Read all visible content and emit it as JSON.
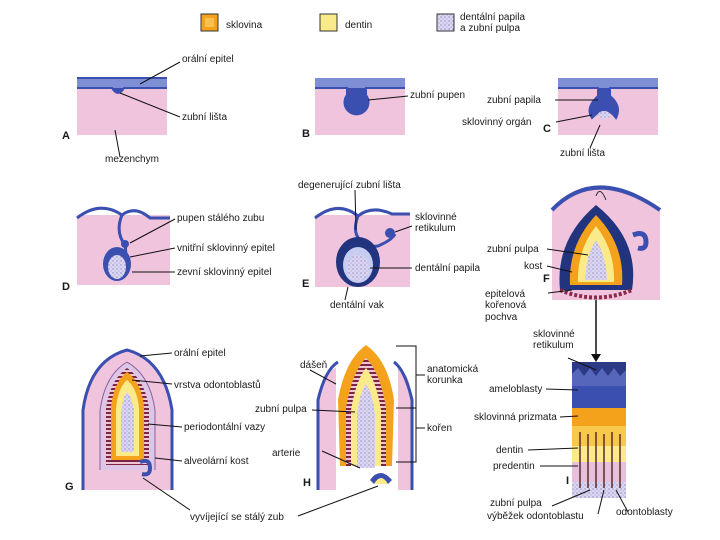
{
  "legend": {
    "enamel": "sklovina",
    "dentin": "dentin",
    "papilla_line1": "dentální papila",
    "papilla_line2": "a zubní pulpa"
  },
  "colors": {
    "enamel": "#f4a21c",
    "dentin": "#fbea8a",
    "papilla": "#d7d0ef",
    "epithelium": "#3a4fb0",
    "mesenchyme": "#f0c4dc",
    "root": "#8b2a4a"
  },
  "panels": {
    "A": {
      "letter": "A",
      "labels": [
        "orální epitel",
        "zubní lišta",
        "mezenchym"
      ]
    },
    "B": {
      "letter": "B",
      "labels": [
        "zubní pupen"
      ]
    },
    "C": {
      "letter": "C",
      "labels": [
        "zubní papila",
        "sklovinný orgán",
        "zubní lišta"
      ]
    },
    "D": {
      "letter": "D",
      "labels": [
        "pupen stálého zubu",
        "vnitřní sklovinný epitel",
        "zevní sklovinný epitel"
      ]
    },
    "E": {
      "letter": "E",
      "labels": [
        "degenerující zubní lišta",
        "sklovinné",
        "retikulum",
        "dentální papila",
        "dentální vak"
      ]
    },
    "F": {
      "letter": "F",
      "labels": [
        "zubní pulpa",
        "kost",
        "epitelová",
        "kořenová",
        "pochva"
      ]
    },
    "G": {
      "letter": "G",
      "labels": [
        "orální epitel",
        "vrstva odontoblastů",
        "periodontální vazy",
        "alveolární kost"
      ]
    },
    "H": {
      "letter": "H",
      "labels": [
        "dášeň",
        "zubní pulpa",
        "arterie",
        "anatomická",
        "korunka",
        "kořen"
      ]
    },
    "I": {
      "letter": "I",
      "labels": [
        "sklovinné",
        "retikulum",
        "ameloblasty",
        "sklovinná prizmata",
        "dentin",
        "predentin",
        "zubní pulpa",
        "výběžek odontoblastu",
        "odontoblasty"
      ]
    }
  },
  "shared_label": "vyvíjející se stálý zub"
}
